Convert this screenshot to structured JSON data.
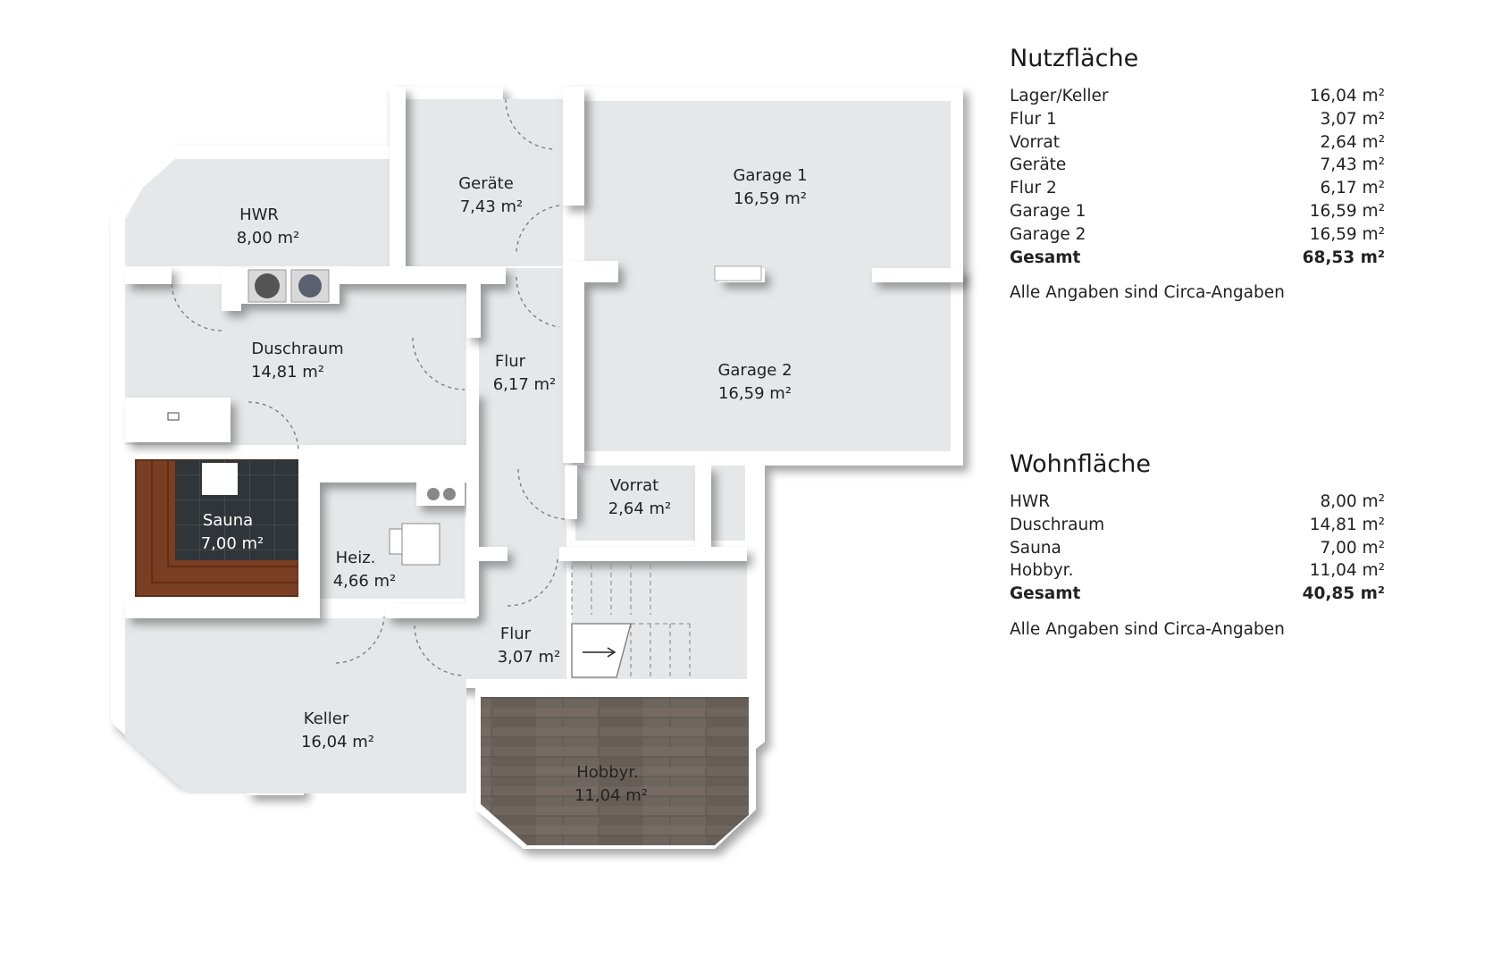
{
  "rooms": {
    "hwr": {
      "name": "HWR",
      "area": "8,00 m²"
    },
    "geraete": {
      "name": "Geräte",
      "area": "7,43 m²"
    },
    "garage1": {
      "name": "Garage 1",
      "area": "16,59 m²"
    },
    "garage2": {
      "name": "Garage 2",
      "area": "16,59 m²"
    },
    "dusch": {
      "name": "Duschraum",
      "area": "14,81 m²"
    },
    "flur2": {
      "name": "Flur",
      "area": "6,17 m²"
    },
    "vorrat": {
      "name": "Vorrat",
      "area": "2,64 m²"
    },
    "sauna": {
      "name": "Sauna",
      "area": "7,00 m²"
    },
    "heiz": {
      "name": "Heiz.",
      "area": "4,66 m²"
    },
    "flur1": {
      "name": "Flur",
      "area": "3,07 m²"
    },
    "keller": {
      "name": "Keller",
      "area": "16,04 m²"
    },
    "hobby": {
      "name": "Hobbyr.",
      "area": "11,04 m²"
    }
  },
  "nutz": {
    "title": "Nutzfläche",
    "items": [
      {
        "label": "Lager/Keller",
        "value": "16,04 m²"
      },
      {
        "label": "Flur 1",
        "value": "3,07 m²"
      },
      {
        "label": "Vorrat",
        "value": "2,64 m²"
      },
      {
        "label": "Geräte",
        "value": "7,43 m²"
      },
      {
        "label": "Flur 2",
        "value": "6,17 m²"
      },
      {
        "label": "Garage 1",
        "value": "16,59 m²"
      },
      {
        "label": "Garage 2",
        "value": "16,59 m²"
      }
    ],
    "total": {
      "label": "Gesamt",
      "value": "68,53 m²"
    },
    "note": "Alle Angaben sind  Circa-Angaben"
  },
  "wohn": {
    "title": "Wohnfläche",
    "items": [
      {
        "label": "HWR",
        "value": "8,00 m²"
      },
      {
        "label": "Duschraum",
        "value": "14,81 m²"
      },
      {
        "label": "Sauna",
        "value": "7,00 m²"
      },
      {
        "label": "Hobbyr.",
        "value": "11,04 m²"
      }
    ],
    "total": {
      "label": "Gesamt",
      "value": "40,85 m²"
    },
    "note": "Alle Angaben sind  Circa-Angaben"
  },
  "colors": {
    "floor": "#e6e7e8",
    "wall": "#ffffff",
    "sauna_wood": "#7a3f22",
    "sauna_tiles": "#2f3538",
    "hobby_floor": "#6b625c"
  }
}
